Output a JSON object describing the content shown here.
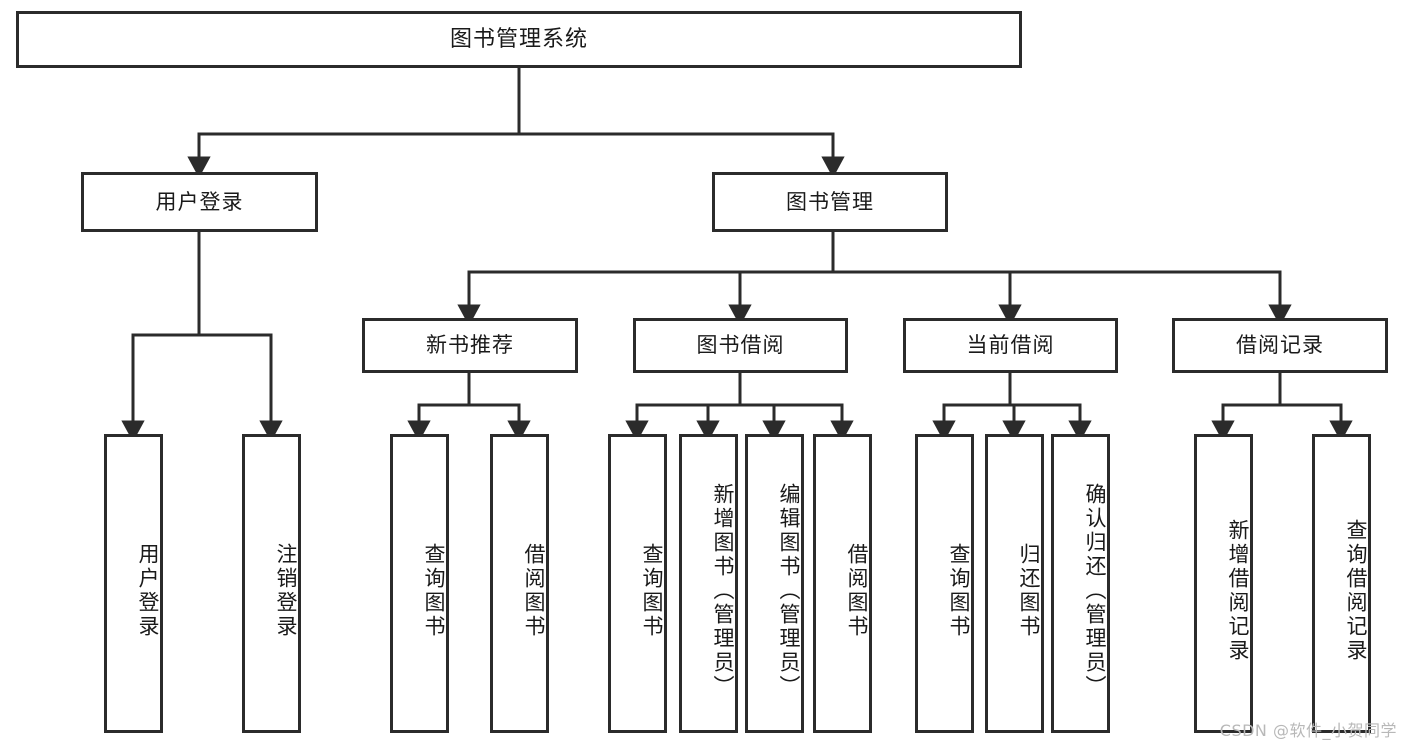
{
  "diagram": {
    "type": "tree",
    "title": "图书管理系统",
    "root": {
      "label": "图书管理系统"
    },
    "level2": [
      {
        "label": "用户登录"
      },
      {
        "label": "图书管理"
      }
    ],
    "level3": [
      {
        "label": "新书推荐"
      },
      {
        "label": "图书借阅"
      },
      {
        "label": "当前借阅"
      },
      {
        "label": "借阅记录"
      }
    ],
    "leaves": {
      "user_login": [
        {
          "label": "用户登录"
        },
        {
          "label": "注销登录"
        }
      ],
      "new_book_recommend": [
        {
          "label": "查询图书"
        },
        {
          "label": "借阅图书"
        }
      ],
      "book_borrow": [
        {
          "label": "查询图书"
        },
        {
          "label": "新增图书（管理员）"
        },
        {
          "label": "编辑图书（管理员）"
        },
        {
          "label": "借阅图书"
        }
      ],
      "current_borrow": [
        {
          "label": "查询图书"
        },
        {
          "label": "归还图书"
        },
        {
          "label": "确认归还（管理员）"
        }
      ],
      "borrow_record": [
        {
          "label": "新增借阅记录"
        },
        {
          "label": "查询借阅记录"
        }
      ]
    }
  },
  "watermark": {
    "text": "CSDN @软件_小贺同学"
  },
  "colors": {
    "stroke": "#2b2b2b",
    "fill": "#ffffff",
    "text": "#1a1a1a",
    "watermark": "#b8b8b8"
  }
}
